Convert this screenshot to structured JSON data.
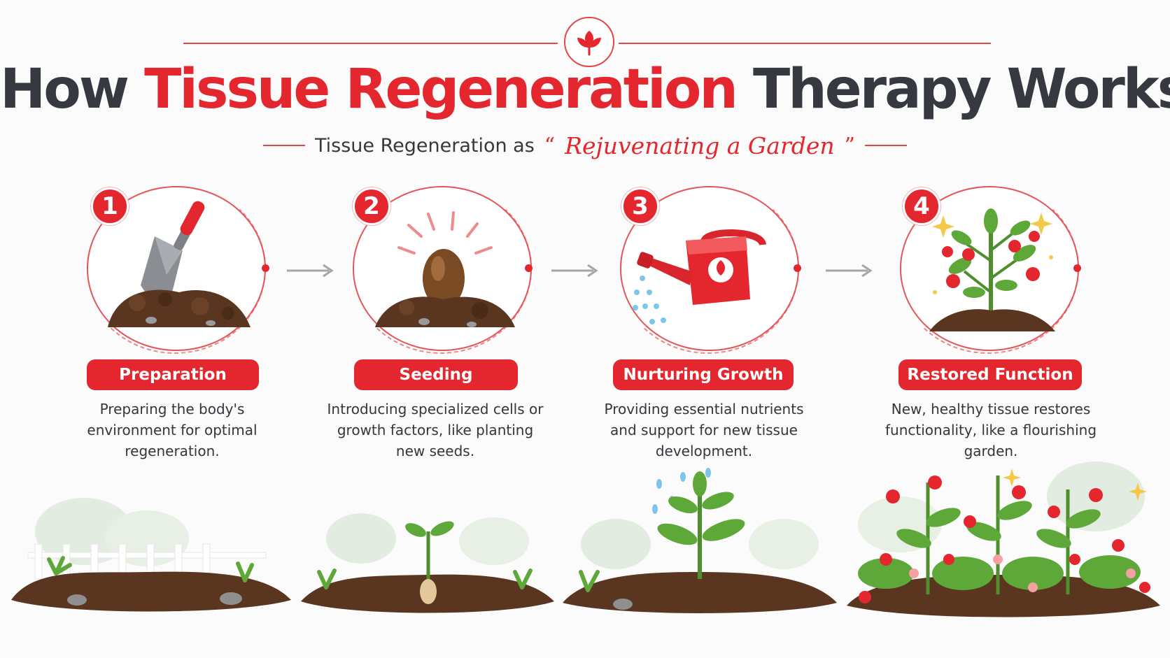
{
  "title": {
    "part1": "How ",
    "part2": "Tissue Regeneration",
    "part3": " Therapy Works"
  },
  "subtitle": {
    "lead": "Tissue Regeneration as",
    "open_quote": "“",
    "emphasis": "Rejuvenating a Garden",
    "close_quote": "”"
  },
  "steps": [
    {
      "number": "1",
      "label": "Preparation",
      "description": "Preparing the body's environment for optimal regeneration.",
      "icon": "trowel-soil-icon"
    },
    {
      "number": "2",
      "label": "Seeding",
      "description": "Introducing specialized cells or growth factors, like planting new seeds.",
      "icon": "seed-icon"
    },
    {
      "number": "3",
      "label": "Nurturing Growth",
      "description": "Providing essential nutrients and support for new tissue development.",
      "icon": "watering-can-icon"
    },
    {
      "number": "4",
      "label": "Restored Function",
      "description": "New, healthy tissue restores functionality, like a flourishing garden.",
      "icon": "flowering-plant-icon"
    }
  ],
  "colors": {
    "accent": "#e4262e",
    "title_dark": "#363a40",
    "soil": "#5a3621",
    "leaf": "#5ea83a"
  }
}
